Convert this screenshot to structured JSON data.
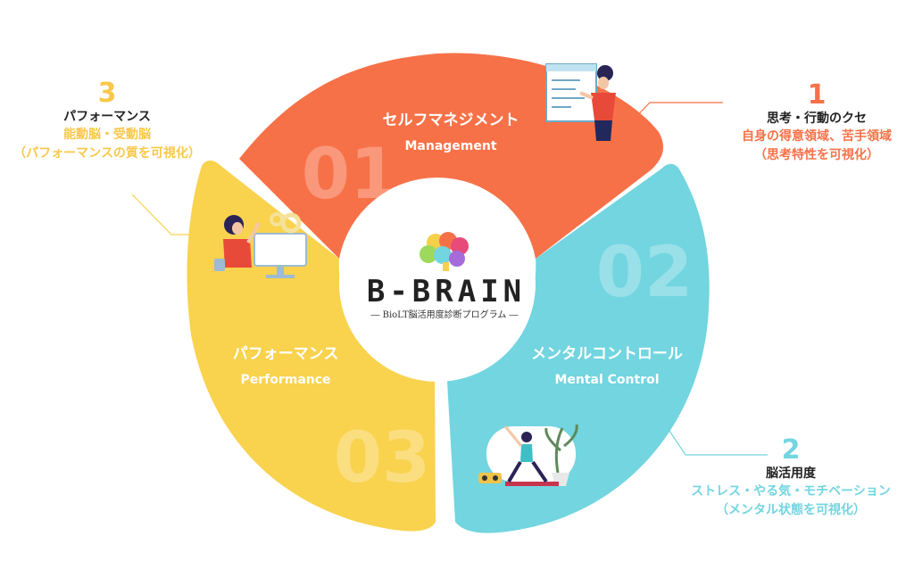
{
  "logo": {
    "name": "B-BRAIN",
    "subtitle": "― BioLT脳活用度診断プログラム ―"
  },
  "segments": [
    {
      "number": "01",
      "title": "セルフマネジメント",
      "subtitle": "Management",
      "color": "#F77148"
    },
    {
      "number": "02",
      "title": "メンタルコントロール",
      "subtitle": "Mental Control",
      "color": "#72D5E0"
    },
    {
      "number": "03",
      "title": "パフォーマンス",
      "subtitle": "Performance",
      "color": "#F9D24E"
    }
  ],
  "callouts": [
    {
      "number": "1",
      "heading": "思考・行動のクセ",
      "line1": "自身の得意領域、苦手領域",
      "line2": "（思考特性を可視化）",
      "color": "#F77148"
    },
    {
      "number": "2",
      "heading": "脳活用度",
      "line1": "ストレス・やる気・モチベーション",
      "line2": "（メンタル状態を可視化）",
      "color": "#72D5E0"
    },
    {
      "number": "3",
      "heading": "パフォーマンス",
      "line1": "能動脳・受動脳",
      "line2": "（パフォーマンスの質を可視化）",
      "color": "#F9C84A"
    }
  ]
}
